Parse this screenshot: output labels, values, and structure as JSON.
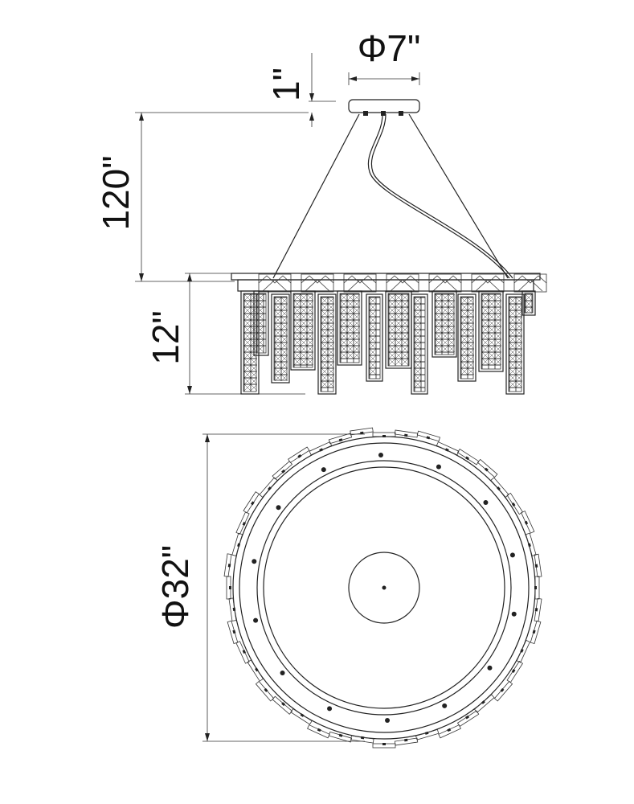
{
  "dimensions": {
    "canopy_height": "1\"",
    "canopy_diameter": "Φ7\"",
    "overall_drop": "120\"",
    "fixture_height": "12\"",
    "fixture_diameter": "Φ32\""
  },
  "colors": {
    "line": "#222222",
    "background": "#ffffff"
  }
}
